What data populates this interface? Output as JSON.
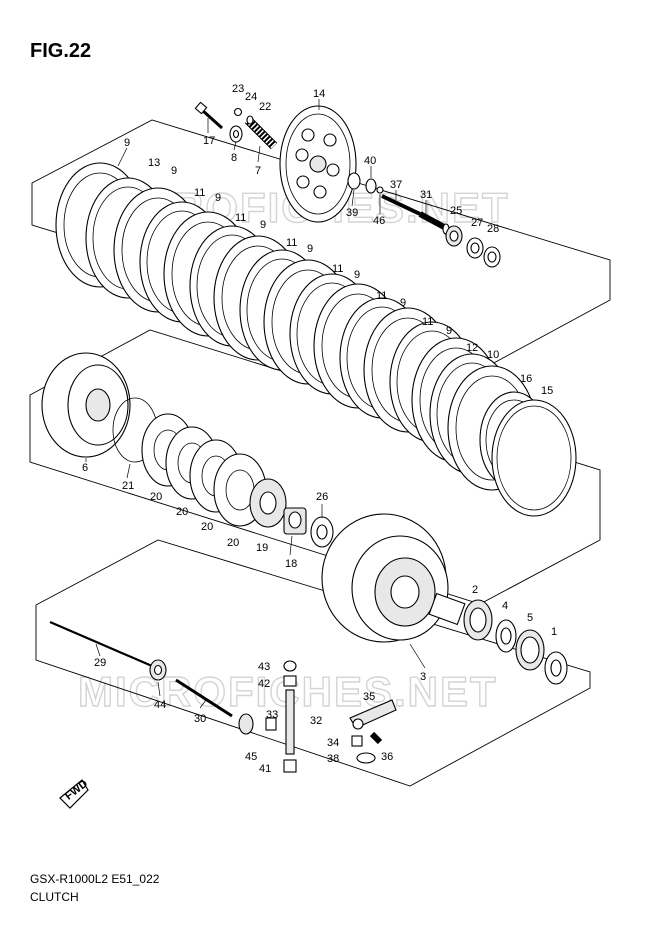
{
  "figure": {
    "title": "FIG.22",
    "model_code": "GSX-R1000L2 E51_022",
    "section_name": "CLUTCH"
  },
  "watermark": "MICROFICHES.NET",
  "callouts": [
    {
      "id": "c-14",
      "label": "14"
    },
    {
      "id": "c-23",
      "label": "23"
    },
    {
      "id": "c-24",
      "label": "24"
    },
    {
      "id": "c-22",
      "label": "22"
    },
    {
      "id": "c-17",
      "label": "17"
    },
    {
      "id": "c-8",
      "label": "8"
    },
    {
      "id": "c-7",
      "label": "7"
    },
    {
      "id": "c-40",
      "label": "40"
    },
    {
      "id": "c-39",
      "label": "39"
    },
    {
      "id": "c-37",
      "label": "37"
    },
    {
      "id": "c-46",
      "label": "46"
    },
    {
      "id": "c-31",
      "label": "31"
    },
    {
      "id": "c-25",
      "label": "25"
    },
    {
      "id": "c-27",
      "label": "27"
    },
    {
      "id": "c-28",
      "label": "28"
    },
    {
      "id": "c-9a",
      "label": "9"
    },
    {
      "id": "c-13",
      "label": "13"
    },
    {
      "id": "c-9b",
      "label": "9"
    },
    {
      "id": "c-11a",
      "label": "11"
    },
    {
      "id": "c-9c",
      "label": "9"
    },
    {
      "id": "c-11b",
      "label": "11"
    },
    {
      "id": "c-9d",
      "label": "9"
    },
    {
      "id": "c-11c",
      "label": "11"
    },
    {
      "id": "c-9e",
      "label": "9"
    },
    {
      "id": "c-11d",
      "label": "11"
    },
    {
      "id": "c-9f",
      "label": "9"
    },
    {
      "id": "c-11e",
      "label": "11"
    },
    {
      "id": "c-9g",
      "label": "9"
    },
    {
      "id": "c-11f",
      "label": "11"
    },
    {
      "id": "c-9h",
      "label": "9"
    },
    {
      "id": "c-12",
      "label": "12"
    },
    {
      "id": "c-10",
      "label": "10"
    },
    {
      "id": "c-16",
      "label": "16"
    },
    {
      "id": "c-15",
      "label": "15"
    },
    {
      "id": "c-6",
      "label": "6"
    },
    {
      "id": "c-21",
      "label": "21"
    },
    {
      "id": "c-20a",
      "label": "20"
    },
    {
      "id": "c-20b",
      "label": "20"
    },
    {
      "id": "c-20c",
      "label": "20"
    },
    {
      "id": "c-20d",
      "label": "20"
    },
    {
      "id": "c-19",
      "label": "19"
    },
    {
      "id": "c-26",
      "label": "26"
    },
    {
      "id": "c-18",
      "label": "18"
    },
    {
      "id": "c-2",
      "label": "2"
    },
    {
      "id": "c-4",
      "label": "4"
    },
    {
      "id": "c-5",
      "label": "5"
    },
    {
      "id": "c-1",
      "label": "1"
    },
    {
      "id": "c-3",
      "label": "3"
    },
    {
      "id": "c-29",
      "label": "29"
    },
    {
      "id": "c-44",
      "label": "44"
    },
    {
      "id": "c-30",
      "label": "30"
    },
    {
      "id": "c-43",
      "label": "43"
    },
    {
      "id": "c-42",
      "label": "42"
    },
    {
      "id": "c-33",
      "label": "33"
    },
    {
      "id": "c-32",
      "label": "32"
    },
    {
      "id": "c-45",
      "label": "45"
    },
    {
      "id": "c-41",
      "label": "41"
    },
    {
      "id": "c-35",
      "label": "35"
    },
    {
      "id": "c-34",
      "label": "34"
    },
    {
      "id": "c-38",
      "label": "38"
    },
    {
      "id": "c-36",
      "label": "36"
    }
  ],
  "fwd_label": "FWD",
  "icons": {
    "fwd_arrow": "fwd-arrow-icon"
  }
}
